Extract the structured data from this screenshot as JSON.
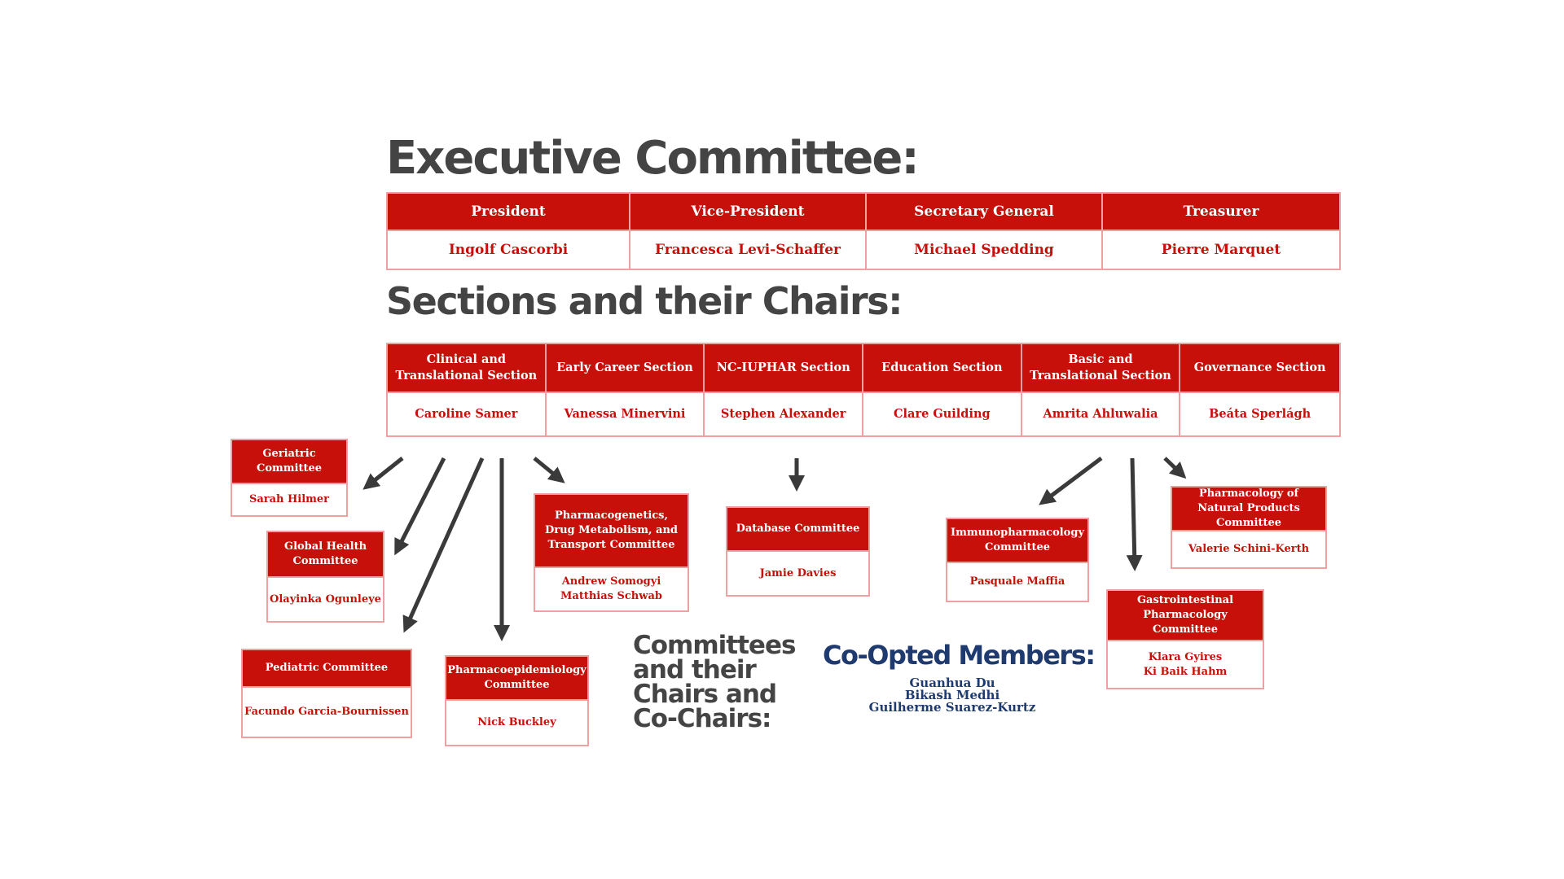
{
  "executive": {
    "heading": "Executive Committee:",
    "roles": [
      {
        "title": "President",
        "name": "Ingolf Cascorbi"
      },
      {
        "title": "Vice-President",
        "name": "Francesca Levi-Schaffer"
      },
      {
        "title": "Secretary General",
        "name": "Michael Spedding"
      },
      {
        "title": "Treasurer",
        "name": "Pierre Marquet"
      }
    ]
  },
  "sections": {
    "heading": "Sections and their Chairs:",
    "items": [
      {
        "title": "Clinical and Translational Section",
        "chair": "Caroline Samer"
      },
      {
        "title": "Early Career Section",
        "chair": "Vanessa Minervini"
      },
      {
        "title": "NC-IUPHAR Section",
        "chair": "Stephen Alexander"
      },
      {
        "title": "Education Section",
        "chair": "Clare Guilding"
      },
      {
        "title": "Basic and Translational Section",
        "chair": "Amrita Ahluwalia"
      },
      {
        "title": "Governance Section",
        "chair": "Beáta Sperlágh"
      }
    ]
  },
  "committees_heading": "Committees\nand their\nChairs and\nCo-Chairs:",
  "committees": {
    "geriatric": {
      "name": "Geriatric Committee",
      "chairs": [
        "Sarah Hilmer"
      ]
    },
    "global_health": {
      "name": "Global Health Committee",
      "chairs": [
        "Olayinka Ogunleye"
      ]
    },
    "pediatric": {
      "name": "Pediatric Committee",
      "chairs": [
        "Facundo Garcia-Bournissen"
      ]
    },
    "pharmacoepidemiology": {
      "name": "Pharmacoepidemiology Committee",
      "chairs": [
        "Nick Buckley"
      ]
    },
    "pharmacogenetics": {
      "name": "Pharmacogenetics, Drug Metabolism, and Transport Committee",
      "chairs": [
        "Andrew Somogyi",
        "Matthias Schwab"
      ]
    },
    "database": {
      "name": "Database Committee",
      "chairs": [
        "Jamie Davies"
      ]
    },
    "immunopharmacology": {
      "name": "Immunopharmacology Committee",
      "chairs": [
        "Pasquale Maffia"
      ]
    },
    "gastrointestinal": {
      "name": "Gastrointestinal Pharmacology Committee",
      "chairs": [
        "Klara Gyires",
        "Ki Baik Hahm"
      ]
    },
    "natural_products": {
      "name": "Pharmacology of Natural Products Committee",
      "chairs": [
        "Valerie Schini-Kerth"
      ]
    }
  },
  "coopted": {
    "heading": "Co-Opted Members:",
    "members": [
      "Guanhua Du",
      "Bikash Medhi",
      "Guilherme Suarez-Kurtz"
    ]
  },
  "colors": {
    "accent": "#c8100b",
    "border": "#f0a0a0",
    "heading": "#444444",
    "navy": "#1f3a6e",
    "arrow": "#3a3a3a"
  }
}
